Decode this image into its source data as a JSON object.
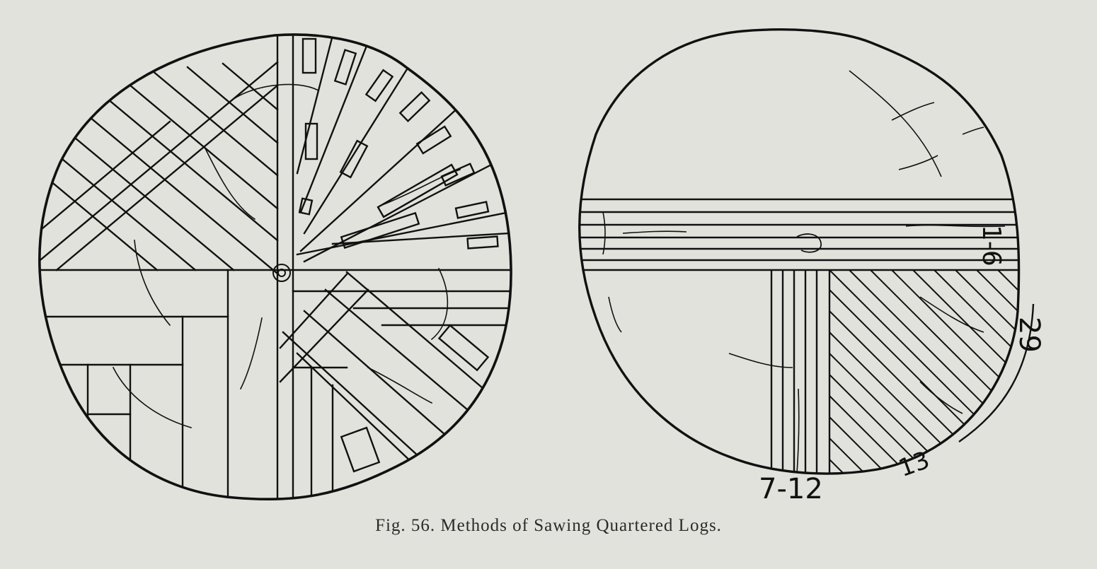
{
  "caption": "Fig. 56.   Methods of Sawing Quartered Logs.",
  "labels": {
    "boards_1_6": "1-6",
    "boards_29": "29",
    "boards_13": "13",
    "boards_7_12": "7-12"
  },
  "colors": {
    "paper": "#e2e2dc",
    "ink": "#111111"
  }
}
